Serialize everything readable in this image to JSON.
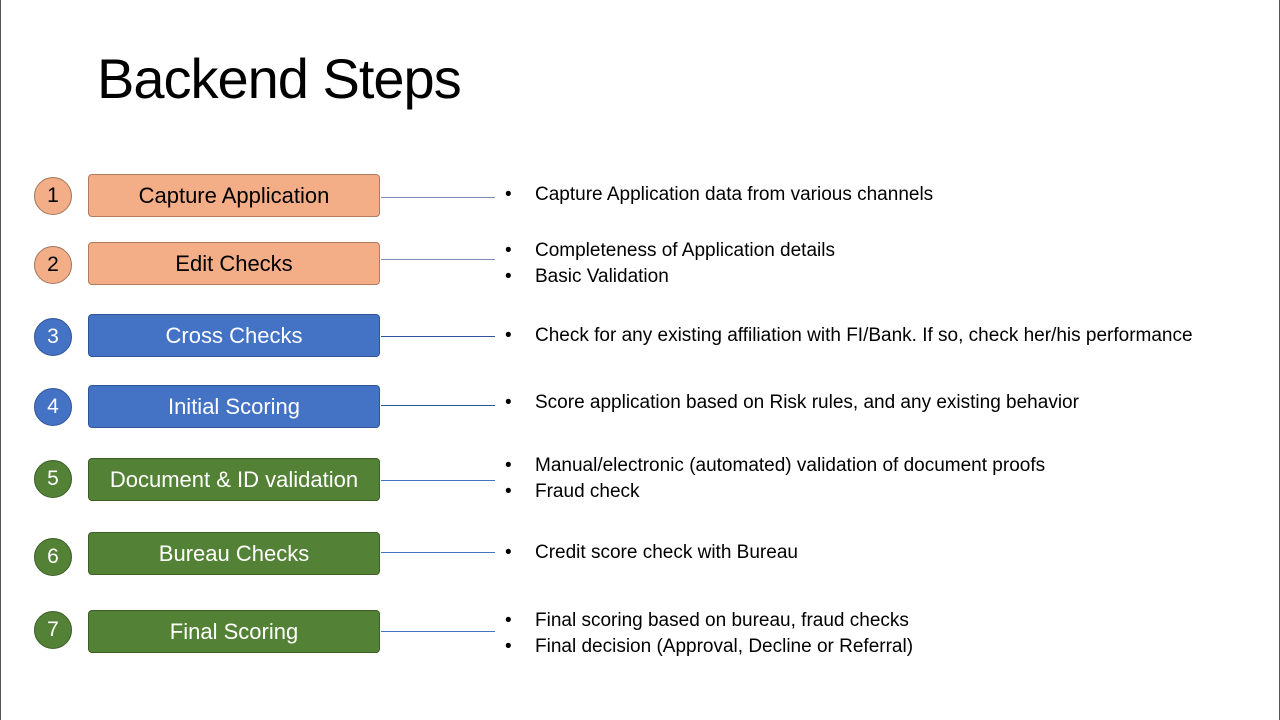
{
  "title": "Backend Steps",
  "steps": [
    {
      "num": "1",
      "label": "Capture Application",
      "bullets": [
        "Capture Application data from various channels"
      ]
    },
    {
      "num": "2",
      "label": "Edit Checks",
      "bullets": [
        "Completeness of Application details",
        "Basic Validation"
      ]
    },
    {
      "num": "3",
      "label": "Cross Checks",
      "bullets": [
        "Check for any existing affiliation with FI/Bank. If so, check her/his performance"
      ]
    },
    {
      "num": "4",
      "label": "Initial Scoring",
      "bullets": [
        "Score application based on Risk rules, and any existing behavior"
      ]
    },
    {
      "num": "5",
      "label": "Document & ID validation",
      "bullets": [
        "Manual/electronic (automated) validation of document proofs",
        "Fraud check"
      ]
    },
    {
      "num": "6",
      "label": "Bureau Checks",
      "bullets": [
        "Credit score check with Bureau"
      ]
    },
    {
      "num": "7",
      "label": "Final Scoring",
      "bullets": [
        "Final scoring based on bureau, fraud checks",
        "Final decision (Approval, Decline or Referral)"
      ]
    }
  ],
  "colors": {
    "orange": "#f4ae87",
    "blue": "#4472c4",
    "green": "#538135"
  },
  "bullet_char": "•"
}
